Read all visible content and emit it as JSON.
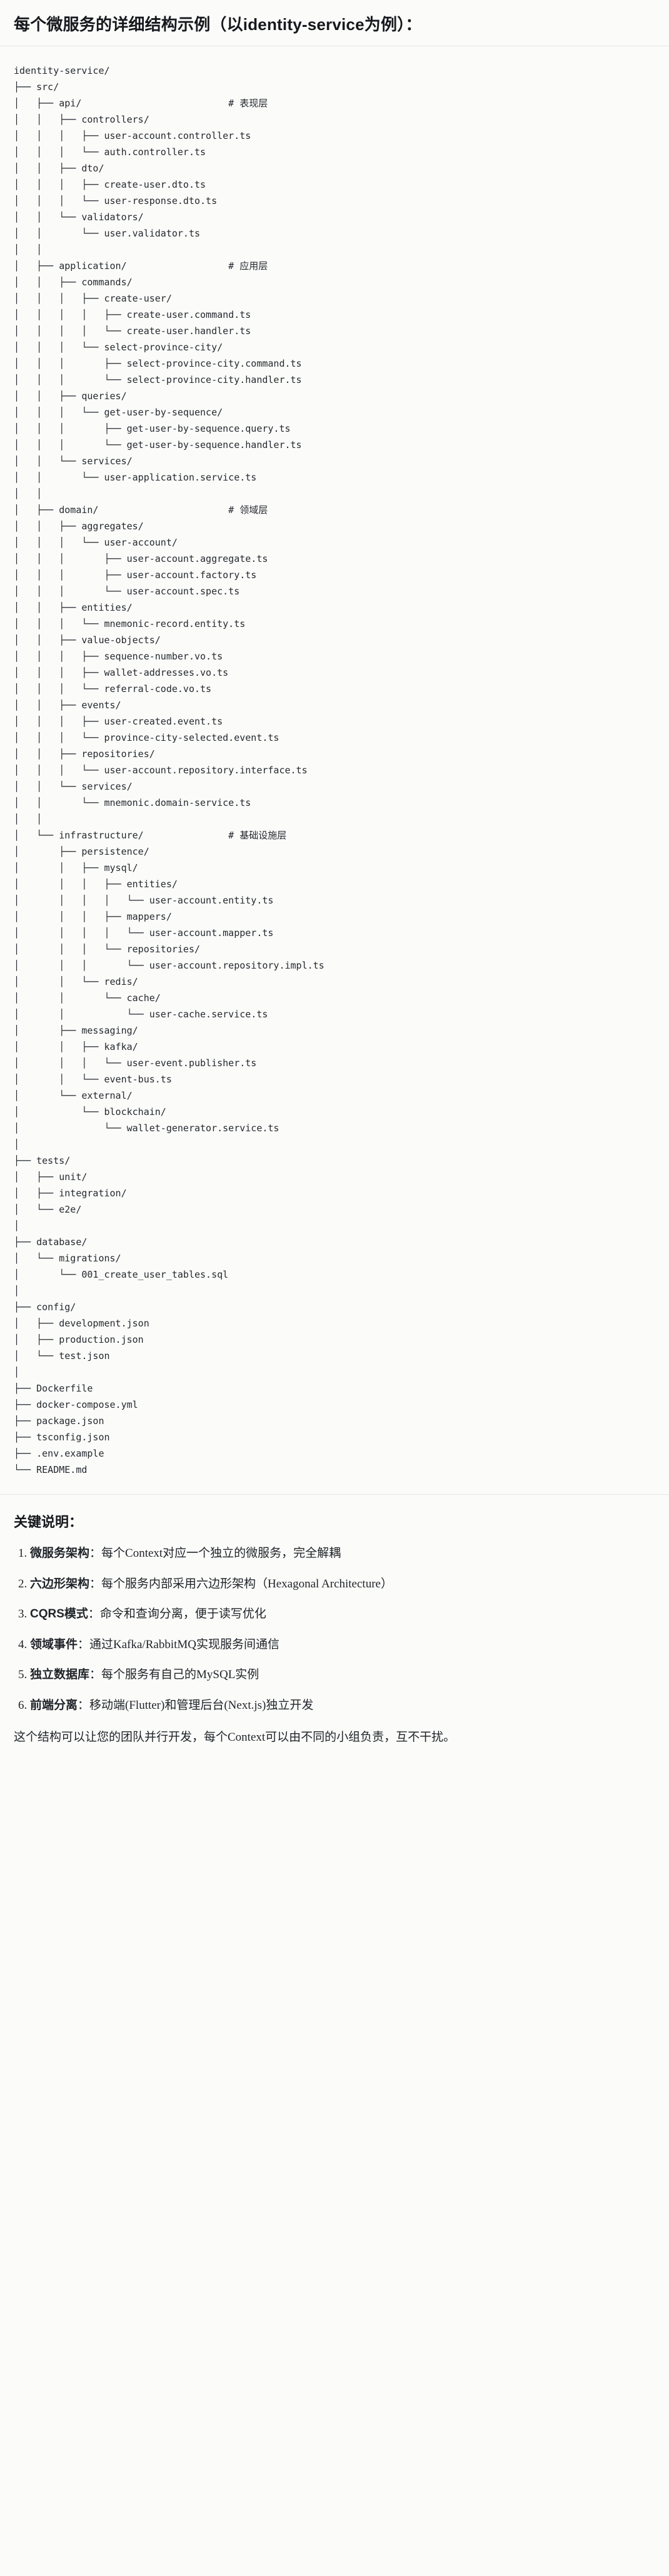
{
  "header": {
    "title": "每个微服务的详细结构示例（以identity-service为例）："
  },
  "tree": {
    "root_label": "identity-service/",
    "comment_marker": "#",
    "text": "identity-service/\n├── src/\n│   ├── api/                          # 表现层\n│   │   ├── controllers/\n│   │   │   ├── user-account.controller.ts\n│   │   │   └── auth.controller.ts\n│   │   ├── dto/\n│   │   │   ├── create-user.dto.ts\n│   │   │   └── user-response.dto.ts\n│   │   └── validators/\n│   │       └── user.validator.ts\n│   │\n│   ├── application/                  # 应用层\n│   │   ├── commands/\n│   │   │   ├── create-user/\n│   │   │   │   ├── create-user.command.ts\n│   │   │   │   └── create-user.handler.ts\n│   │   │   └── select-province-city/\n│   │   │       ├── select-province-city.command.ts\n│   │   │       └── select-province-city.handler.ts\n│   │   ├── queries/\n│   │   │   └── get-user-by-sequence/\n│   │   │       ├── get-user-by-sequence.query.ts\n│   │   │       └── get-user-by-sequence.handler.ts\n│   │   └── services/\n│   │       └── user-application.service.ts\n│   │\n│   ├── domain/                       # 领域层\n│   │   ├── aggregates/\n│   │   │   └── user-account/\n│   │   │       ├── user-account.aggregate.ts\n│   │   │       ├── user-account.factory.ts\n│   │   │       └── user-account.spec.ts\n│   │   ├── entities/\n│   │   │   └── mnemonic-record.entity.ts\n│   │   ├── value-objects/\n│   │   │   ├── sequence-number.vo.ts\n│   │   │   ├── wallet-addresses.vo.ts\n│   │   │   └── referral-code.vo.ts\n│   │   ├── events/\n│   │   │   ├── user-created.event.ts\n│   │   │   └── province-city-selected.event.ts\n│   │   ├── repositories/\n│   │   │   └── user-account.repository.interface.ts\n│   │   └── services/\n│   │       └── mnemonic.domain-service.ts\n│   │\n│   └── infrastructure/               # 基础设施层\n│       ├── persistence/\n│       │   ├── mysql/\n│       │   │   ├── entities/\n│       │   │   │   └── user-account.entity.ts\n│       │   │   ├── mappers/\n│       │   │   │   └── user-account.mapper.ts\n│       │   │   └── repositories/\n│       │   │       └── user-account.repository.impl.ts\n│       │   └── redis/\n│       │       └── cache/\n│       │           └── user-cache.service.ts\n│       ├── messaging/\n│       │   ├── kafka/\n│       │   │   └── user-event.publisher.ts\n│       │   └── event-bus.ts\n│       └── external/\n│           └── blockchain/\n│               └── wallet-generator.service.ts\n│\n├── tests/\n│   ├── unit/\n│   ├── integration/\n│   └── e2e/\n│\n├── database/\n│   └── migrations/\n│       └── 001_create_user_tables.sql\n│\n├── config/\n│   ├── development.json\n│   ├── production.json\n│   └── test.json\n│\n├── Dockerfile\n├── docker-compose.yml\n├── package.json\n├── tsconfig.json\n├── .env.example\n└── README.md",
    "layer_comments": [
      "# 表现层",
      "# 应用层",
      "# 领域层",
      "# 基础设施层"
    ]
  },
  "notes": {
    "heading": "关键说明：",
    "items": [
      {
        "term": "微服务架构",
        "desc": "：每个Context对应一个独立的微服务，完全解耦"
      },
      {
        "term": "六边形架构",
        "desc": "：每个服务内部采用六边形架构（Hexagonal Architecture）"
      },
      {
        "term": "CQRS模式",
        "desc": "：命令和查询分离，便于读写优化"
      },
      {
        "term": "领域事件",
        "desc": "：通过Kafka/RabbitMQ实现服务间通信"
      },
      {
        "term": "独立数据库",
        "desc": "：每个服务有自己的MySQL实例"
      },
      {
        "term": "前端分离",
        "desc": "：移动端(Flutter)和管理后台(Next.js)独立开发"
      }
    ],
    "closing": "这个结构可以让您的团队并行开发，每个Context可以由不同的小组负责，互不干扰。"
  },
  "colors": {
    "page_bg": "#fbfbf9",
    "text": "#1f2328",
    "rule": "#e6e6e2"
  }
}
